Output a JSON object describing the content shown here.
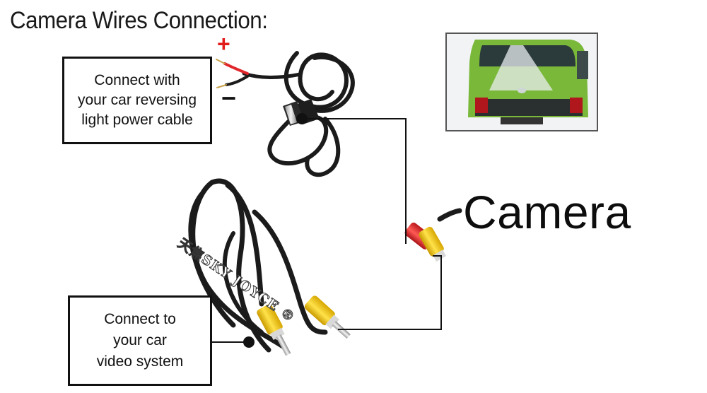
{
  "title": "Camera Wires Connection:",
  "power_callout": {
    "lines": [
      "Connect with",
      "your car reversing",
      "light power cable"
    ]
  },
  "video_callout": {
    "lines": [
      "Connect to",
      "your car",
      "video system"
    ]
  },
  "camera_label": "Camera",
  "polarity": {
    "positive": "+",
    "negative": "−"
  },
  "watermark": "天焦SKY JOYCE ®",
  "colors": {
    "plug_red": "#e0262b",
    "plug_yellow": "#f2c400",
    "cable": "#1a1a1a",
    "van_body": "#7ab83a",
    "positive": "#e21b1b"
  }
}
